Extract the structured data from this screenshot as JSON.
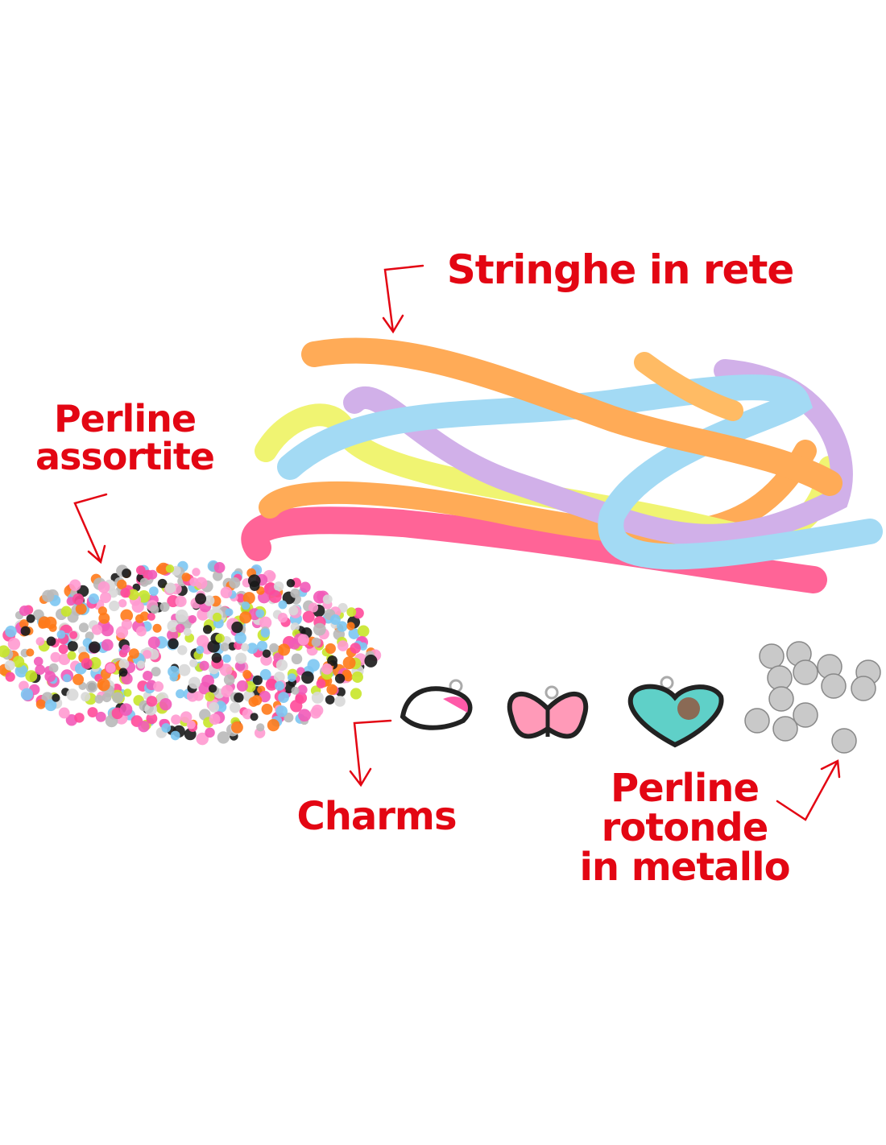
{
  "labels": {
    "strings": "Stringhe in rete",
    "assorted_beads": [
      "Perline",
      "assortite"
    ],
    "charms": "Charms",
    "metal_beads": [
      "Perline",
      "rotonde",
      "in metallo"
    ]
  },
  "colors": {
    "label": "#e30613",
    "tube_orange": "#ff9d3a",
    "tube_yellow": "#eef35a",
    "tube_blue": "#93d4f3",
    "tube_purple": "#c9a3e6",
    "tube_pink": "#ff4a86",
    "metal": "#c9c9c9"
  },
  "bead_colors": [
    "#ff4a9a",
    "#ff7a1a",
    "#1a1a1a",
    "#d8d8d8",
    "#c8e62a",
    "#7cc6f2",
    "#ff9ad0",
    "#b9b9b9",
    "#f25ab8"
  ],
  "icons": [
    "arrow-icon",
    "charm-unicorn-icon",
    "charm-butterfly-icon",
    "charm-sloth-heart-icon"
  ]
}
